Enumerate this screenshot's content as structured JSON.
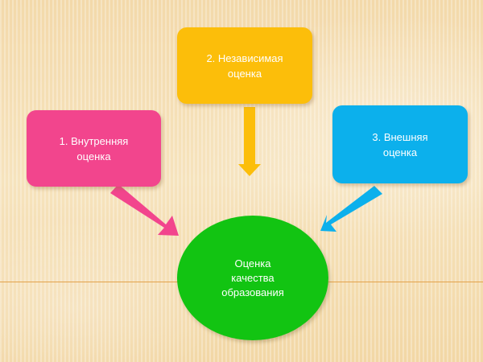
{
  "diagram": {
    "nodes": [
      {
        "id": "internal",
        "lines": [
          "1. Внутренняя",
          "оценка"
        ],
        "color": "#f2458d"
      },
      {
        "id": "independent",
        "lines": [
          "2. Независимая",
          "оценка"
        ],
        "color": "#fcbe0a"
      },
      {
        "id": "external",
        "lines": [
          "3. Внешняя",
          "оценка"
        ],
        "color": "#0cb0ec"
      }
    ],
    "center": {
      "lines": [
        "Оценка",
        "качества",
        "образования"
      ],
      "color": "#12c412"
    },
    "edges": [
      {
        "from": "internal",
        "to": "center",
        "color": "#f2458d"
      },
      {
        "from": "independent",
        "to": "center",
        "color": "#fcbe0a"
      },
      {
        "from": "external",
        "to": "center",
        "color": "#0cb0ec"
      }
    ]
  },
  "colors": {
    "background": "#f4ddb0",
    "guide_line": "#e2a24a"
  }
}
